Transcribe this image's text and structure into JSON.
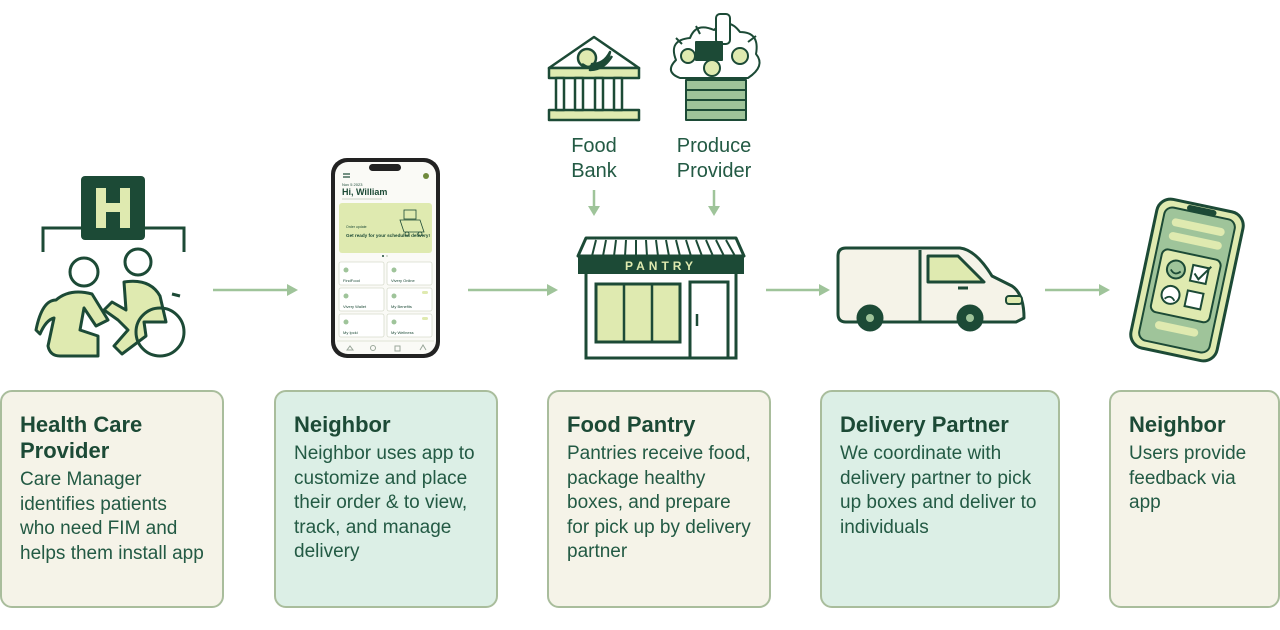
{
  "sources": {
    "food_bank": "Food\nBank",
    "produce_provider": "Produce\nProvider"
  },
  "pantry_sign": "PANTRY",
  "phone": {
    "date": "Nov 5 2023",
    "greeting": "Hi, William",
    "banner_small": "Order update",
    "banner_text": "Get ready for your scheduled delivery!",
    "tiles": [
      "FindFood",
      "Vivery Online",
      "Vivery Wallet",
      "My Benefits",
      "My Ipcki",
      "My Wellness"
    ]
  },
  "cards": [
    {
      "title": "Health Care Provider",
      "body": "Care Manager identifies patients who need FIM and helps them install app"
    },
    {
      "title": "Neighbor",
      "body": "Neighbor uses app to customize and place their order & to view, track, and manage delivery"
    },
    {
      "title": "Food Pantry",
      "body": "Pantries receive food, package healthy boxes, and prepare for pick up by delivery partner"
    },
    {
      "title": "Delivery Partner",
      "body": "We coordinate with delivery partner to pick up boxes and deliver to individuals"
    },
    {
      "title": "Neighbor",
      "body": "Users provide feedback via app"
    }
  ],
  "colors": {
    "dark_green": "#1c4a36",
    "light_green": "#dfeab0",
    "arrow": "#9fc49a",
    "card_cream": "#f5f3e8",
    "card_mint": "#dcefe6",
    "card_border": "#a9bd9c"
  }
}
